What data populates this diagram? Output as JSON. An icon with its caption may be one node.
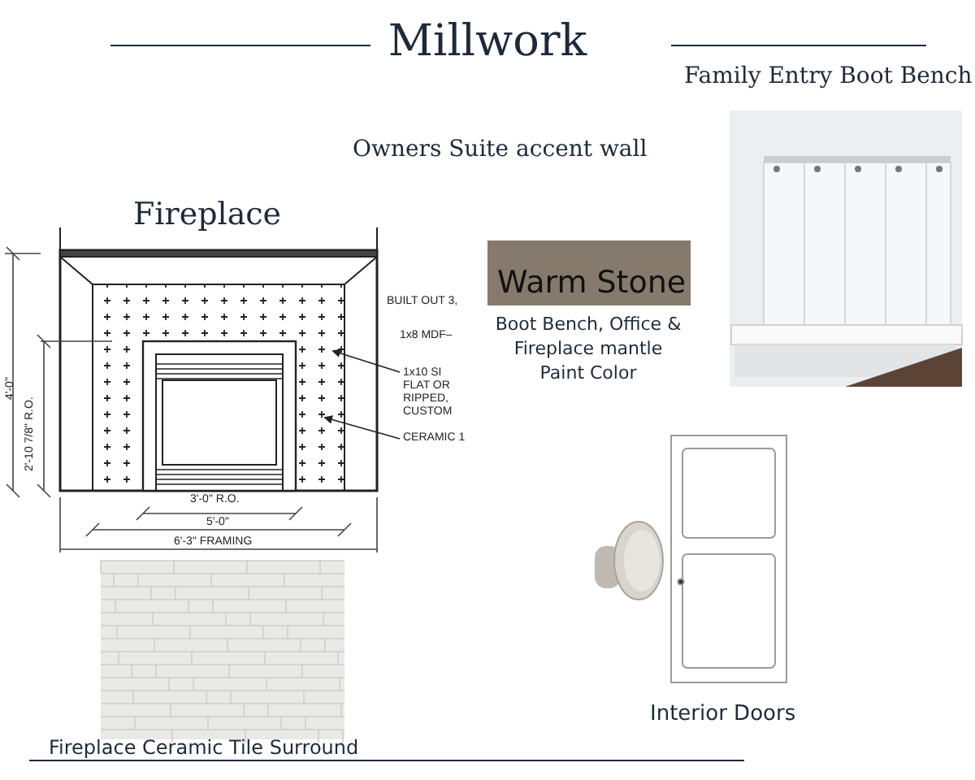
{
  "diagram": {
    "title": "Millwork",
    "nodes": [
      {
        "text": [
          "Warm Stone"
        ],
        "beside": [
          "Boot Bench, Office & Fireplace mantle Paint Color"
        ]
      },
      {
        "text": [
          "1x10 SI FLAT OR RIPPED, CUSTOM"
        ]
      },
      {
        "text": [
          "CERAMIC 1"
        ]
      }
    ],
    "edges": [
      {
        "from": 1,
        "to": null,
        "arrow": "to"
      },
      {
        "from": 2,
        "to": null,
        "arrow": "to"
      }
    ],
    "labels": [
      "Family Entry Boot Bench",
      "Owners Suite accent wall",
      "Fireplace",
      "BUILT OUT 3,",
      "1x8 MDF–",
      "4'-0\"",
      "2'-10 7/8\" R.O.",
      "3'-0\" R.O.",
      "5'-0\"",
      "6'-3\" FRAMING",
      "Interior Doors",
      "Fireplace Ceramic Tile Surround"
    ]
  }
}
